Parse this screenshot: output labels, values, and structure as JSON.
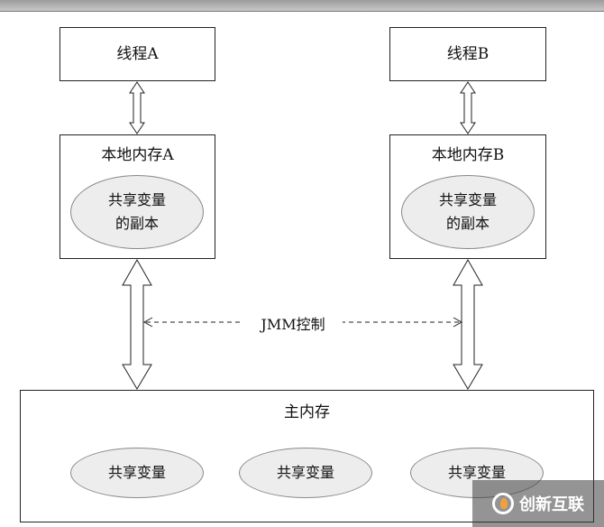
{
  "diagram": {
    "thread_a": "线程A",
    "thread_b": "线程B",
    "local_memory_a": "本地内存A",
    "local_memory_b": "本地内存B",
    "shared_copy_a": "共享变量\n的副本",
    "shared_copy_b": "共享变量\n的副本",
    "jmm_control": "JMM控制",
    "main_memory": "主内存",
    "shared_vars": [
      "共享变量",
      "共享变量",
      "共享变量"
    ]
  },
  "watermark": {
    "text": "创新互联"
  }
}
